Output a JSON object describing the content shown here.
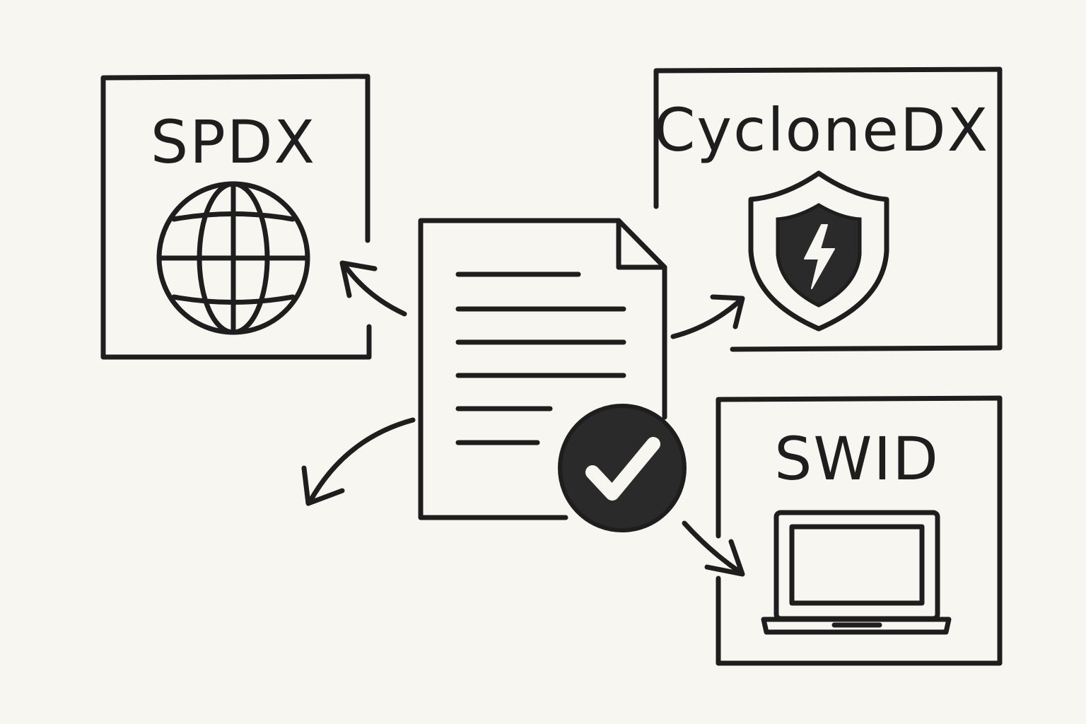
{
  "diagram": {
    "nodes": {
      "spdx": {
        "label": "SPDX",
        "icon": "globe-icon"
      },
      "cyclonedx": {
        "label": "CycloneDX",
        "icon": "shield-lightning-icon"
      },
      "swid": {
        "label": "SWID",
        "icon": "laptop-icon"
      },
      "center": {
        "icon": "document-icon",
        "badge": "check-icon"
      }
    },
    "colors": {
      "ink": "#1e1e1e",
      "paper": "#f8f6f0"
    }
  }
}
